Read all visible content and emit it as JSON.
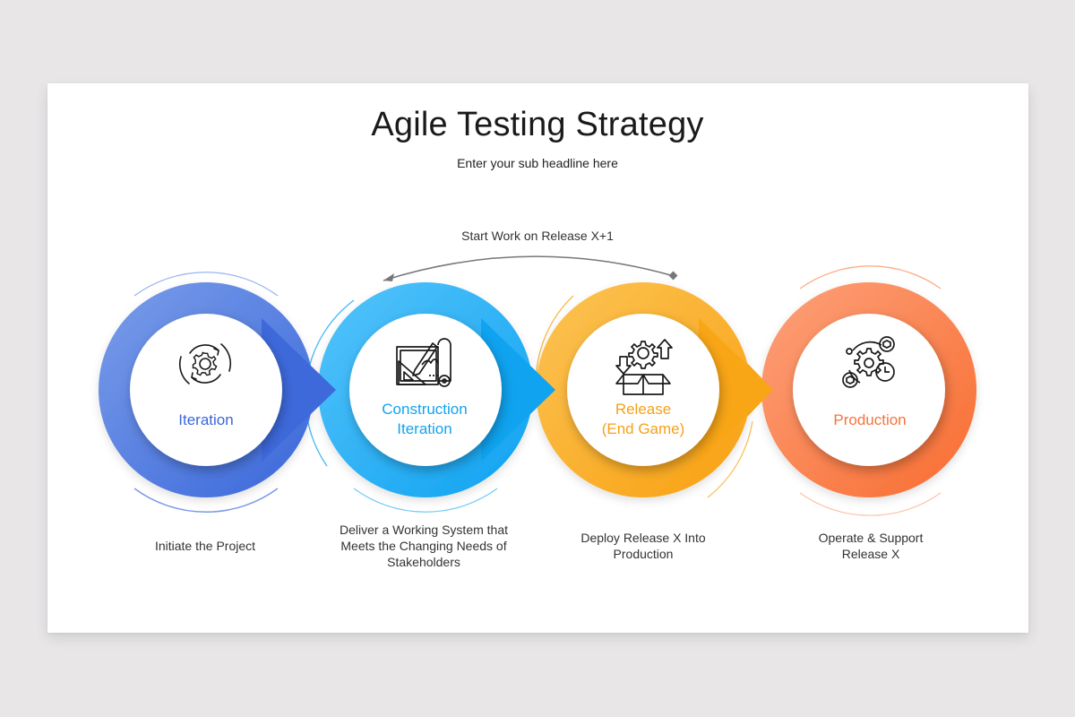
{
  "slide": {
    "title": "Agile Testing Strategy",
    "subtitle": "Enter your sub headline here",
    "loop_arrow": {
      "label": "Start Work on Release X+1",
      "from_stage": "Release (End Game)",
      "to_stage": "Construction Iteration"
    }
  },
  "stages": [
    {
      "label": "Iteration",
      "label_lines": [
        "Iteration"
      ],
      "icon": "gear-cycle-icon",
      "description": "Initiate the Project",
      "color": "#3f6ddc",
      "color_light": "#7096ea"
    },
    {
      "label": "Construction Iteration",
      "label_lines": [
        "Construction",
        "Iteration"
      ],
      "icon": "blueprint-icon",
      "description": "Deliver a Working System that Meets the Changing Needs of Stakeholders",
      "color": "#18a7f2",
      "color_light": "#4cc0fa"
    },
    {
      "label": "Release (End Game)",
      "label_lines": [
        "Release",
        "(End Game)"
      ],
      "icon": "box-gear-icon",
      "description": "Deploy Release X Into Production",
      "color": "#f9a61a",
      "color_light": "#fbc14d"
    },
    {
      "label": "Production",
      "label_lines": [
        "Production"
      ],
      "icon": "gear-network-icon",
      "description": "Operate & Support Release X",
      "color": "#f9743a",
      "color_light": "#fc9a6d"
    }
  ],
  "colors": {
    "background": "#e8e6e7",
    "card": "#ffffff",
    "text": "#1a1a1a",
    "arrow": "#777777"
  }
}
